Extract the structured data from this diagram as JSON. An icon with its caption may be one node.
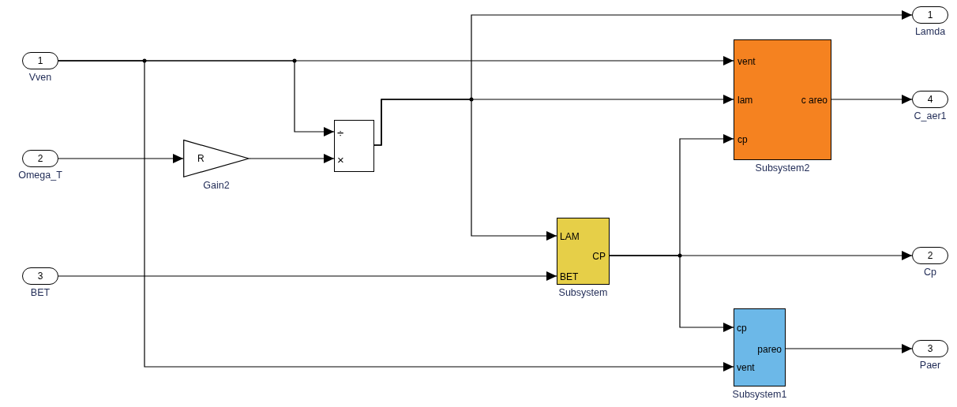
{
  "diagram": {
    "nodes": [
      {
        "text": [
          "1"
        ],
        "beside": [
          "Vven"
        ]
      },
      {
        "text": [
          "2"
        ],
        "beside": [
          "Omega_T"
        ]
      },
      {
        "text": [
          "3"
        ],
        "beside": [
          "BET"
        ]
      },
      {
        "text": [
          "R"
        ],
        "beside": [
          "Gain2"
        ]
      },
      {
        "text": [
          "÷",
          "×"
        ]
      },
      {
        "text": [
          "vent",
          "lam",
          "c areo",
          "cp"
        ],
        "beside": [
          "Subsystem2"
        ]
      },
      {
        "text": [
          "LAM",
          "CP",
          "BET"
        ],
        "beside": [
          "Subsystem"
        ]
      },
      {
        "text": [
          "cp",
          "pareo",
          "vent"
        ],
        "beside": [
          "Subsystem1"
        ]
      },
      {
        "text": [
          "1"
        ],
        "beside": [
          "Lamda"
        ]
      },
      {
        "text": [
          "4"
        ],
        "beside": [
          "C_aer1"
        ]
      },
      {
        "text": [
          "2"
        ],
        "beside": [
          "Cp"
        ]
      },
      {
        "text": [
          "3"
        ],
        "beside": [
          "Paer"
        ]
      }
    ],
    "edges": [
      {
        "from": 0,
        "to": 5,
        "arrow": "to"
      },
      {
        "from": 0,
        "to": 4,
        "arrow": "to"
      },
      {
        "from": 0,
        "to": 7,
        "arrow": "to"
      },
      {
        "from": 1,
        "to": 3,
        "arrow": "to"
      },
      {
        "from": 3,
        "to": 4,
        "arrow": "to"
      },
      {
        "from": 4,
        "to": 5,
        "arrow": "to"
      },
      {
        "from": 4,
        "to": 8,
        "arrow": "to"
      },
      {
        "from": 4,
        "to": 6,
        "arrow": "to"
      },
      {
        "from": 2,
        "to": 6,
        "arrow": "to"
      },
      {
        "from": 6,
        "to": 10,
        "arrow": "to"
      },
      {
        "from": 6,
        "to": 5,
        "arrow": "to"
      },
      {
        "from": 6,
        "to": 7,
        "arrow": "to"
      },
      {
        "from": 5,
        "to": 9,
        "arrow": "to"
      },
      {
        "from": 7,
        "to": 11,
        "arrow": "to"
      }
    ]
  }
}
